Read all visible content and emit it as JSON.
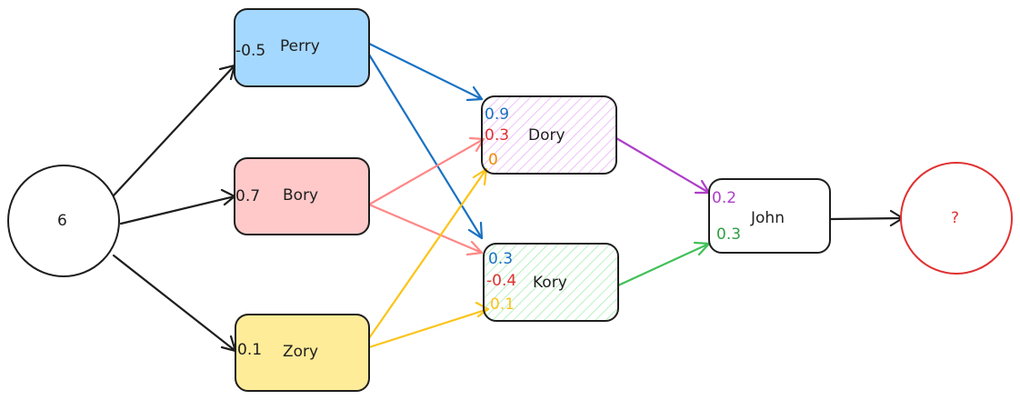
{
  "input_node": {
    "value": "6"
  },
  "output_node": {
    "value": "?"
  },
  "colors": {
    "stroke": "#1e1e1e",
    "perry_fill": "#a5d8ff",
    "bory_fill": "#ffc9c9",
    "zory_fill": "#ffec99",
    "blue": "#1971c2",
    "red": "#e03131",
    "salmon": "#ff8787",
    "yellow": "#fcc419",
    "orange": "#f08c00",
    "purple": "#ae3ec9",
    "green": "#2f9e44",
    "green_arrow": "#40c057",
    "dory_hatch": "#e599f7",
    "kory_hatch": "#8ce99a",
    "output_ring": "#e03131"
  },
  "layer1": [
    {
      "name": "Perry",
      "weight": "-0.5"
    },
    {
      "name": "Bory",
      "weight": "0.7"
    },
    {
      "name": "Zory",
      "weight": "0.1"
    }
  ],
  "layer2": [
    {
      "name": "Dory",
      "weights": [
        "0.9",
        "0.3",
        "0"
      ]
    },
    {
      "name": "Kory",
      "weights": [
        "0.3",
        "-0.4",
        "0.1"
      ]
    }
  ],
  "layer3": [
    {
      "name": "John",
      "weights": [
        "0.2",
        "0.3"
      ]
    }
  ]
}
